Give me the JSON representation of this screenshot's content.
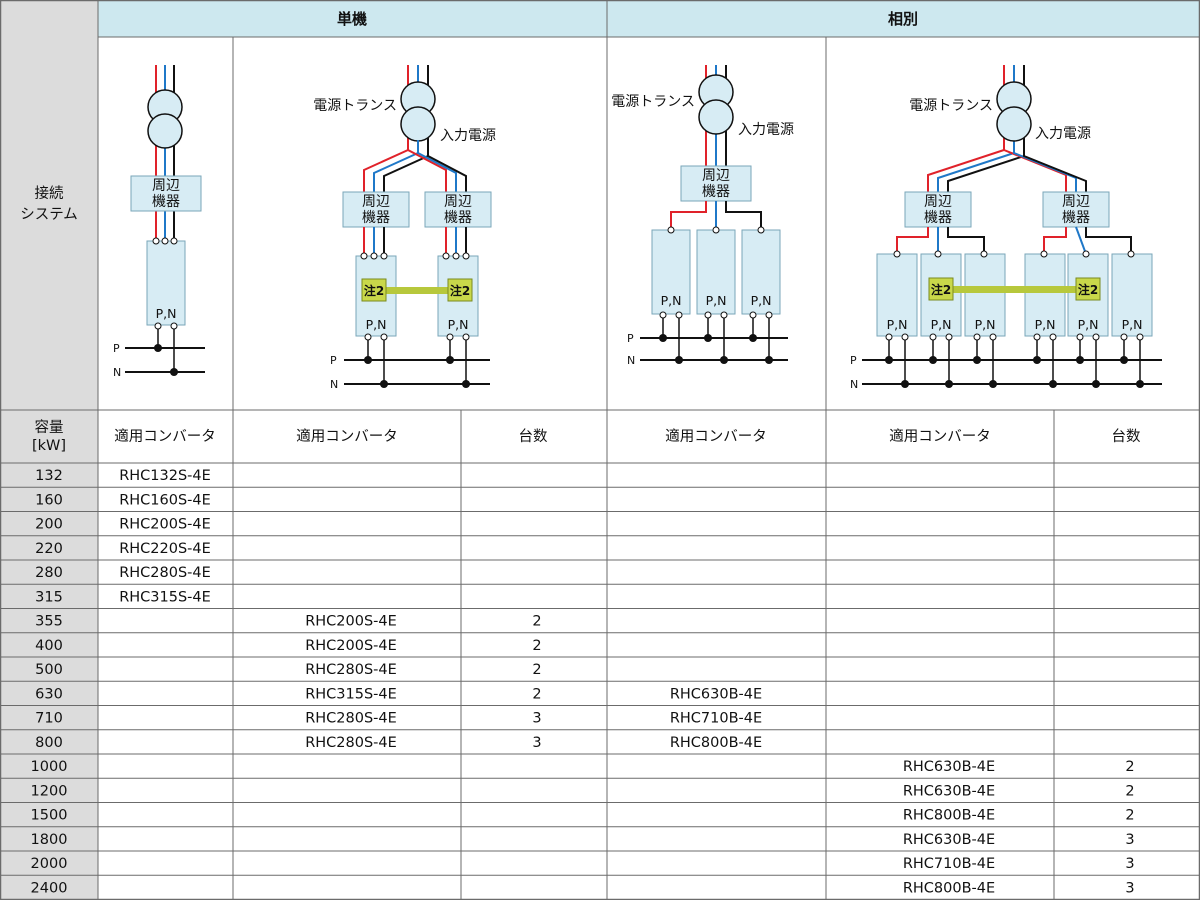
{
  "header": {
    "single_unit": "単機",
    "phase_separate": "相別",
    "connection_system": [
      "接続",
      "システム"
    ]
  },
  "subheader": {
    "capacity": [
      "容量",
      "[kW]"
    ],
    "applicable_converter": "適用コンバータ",
    "count": "台数"
  },
  "diagram_labels": {
    "power_transformer": "電源トランス",
    "input_power": "入力電源",
    "peripheral": [
      "周辺",
      "機器"
    ],
    "pn": "P,N",
    "note2": "注2",
    "p": "P",
    "n": "N"
  },
  "colors": {
    "header_bg": "#cde8ef",
    "left_col_bg": "#dcdcdc",
    "border": "#6b6b6b",
    "box_fill": "#d7ecf4",
    "box_stroke": "#7aa6b8",
    "note_fill": "#c9d84a",
    "note_bar": "#b7c83c",
    "wire_red": "#e0222a",
    "wire_blue": "#1f78c8",
    "wire_black": "#111111"
  },
  "rows": [
    {
      "kw": "132",
      "single_conv": "RHC132S-4E",
      "multi_conv": "",
      "multi_count": "",
      "phase_conv": "",
      "phase_multi_conv": "",
      "phase_multi_count": ""
    },
    {
      "kw": "160",
      "single_conv": "RHC160S-4E",
      "multi_conv": "",
      "multi_count": "",
      "phase_conv": "",
      "phase_multi_conv": "",
      "phase_multi_count": ""
    },
    {
      "kw": "200",
      "single_conv": "RHC200S-4E",
      "multi_conv": "",
      "multi_count": "",
      "phase_conv": "",
      "phase_multi_conv": "",
      "phase_multi_count": ""
    },
    {
      "kw": "220",
      "single_conv": "RHC220S-4E",
      "multi_conv": "",
      "multi_count": "",
      "phase_conv": "",
      "phase_multi_conv": "",
      "phase_multi_count": ""
    },
    {
      "kw": "280",
      "single_conv": "RHC280S-4E",
      "multi_conv": "",
      "multi_count": "",
      "phase_conv": "",
      "phase_multi_conv": "",
      "phase_multi_count": ""
    },
    {
      "kw": "315",
      "single_conv": "RHC315S-4E",
      "multi_conv": "",
      "multi_count": "",
      "phase_conv": "",
      "phase_multi_conv": "",
      "phase_multi_count": ""
    },
    {
      "kw": "355",
      "single_conv": "",
      "multi_conv": "RHC200S-4E",
      "multi_count": "2",
      "phase_conv": "",
      "phase_multi_conv": "",
      "phase_multi_count": ""
    },
    {
      "kw": "400",
      "single_conv": "",
      "multi_conv": "RHC200S-4E",
      "multi_count": "2",
      "phase_conv": "",
      "phase_multi_conv": "",
      "phase_multi_count": ""
    },
    {
      "kw": "500",
      "single_conv": "",
      "multi_conv": "RHC280S-4E",
      "multi_count": "2",
      "phase_conv": "",
      "phase_multi_conv": "",
      "phase_multi_count": ""
    },
    {
      "kw": "630",
      "single_conv": "",
      "multi_conv": "RHC315S-4E",
      "multi_count": "2",
      "phase_conv": "RHC630B-4E",
      "phase_multi_conv": "",
      "phase_multi_count": ""
    },
    {
      "kw": "710",
      "single_conv": "",
      "multi_conv": "RHC280S-4E",
      "multi_count": "3",
      "phase_conv": "RHC710B-4E",
      "phase_multi_conv": "",
      "phase_multi_count": ""
    },
    {
      "kw": "800",
      "single_conv": "",
      "multi_conv": "RHC280S-4E",
      "multi_count": "3",
      "phase_conv": "RHC800B-4E",
      "phase_multi_conv": "",
      "phase_multi_count": ""
    },
    {
      "kw": "1000",
      "single_conv": "",
      "multi_conv": "",
      "multi_count": "",
      "phase_conv": "",
      "phase_multi_conv": "RHC630B-4E",
      "phase_multi_count": "2"
    },
    {
      "kw": "1200",
      "single_conv": "",
      "multi_conv": "",
      "multi_count": "",
      "phase_conv": "",
      "phase_multi_conv": "RHC630B-4E",
      "phase_multi_count": "2"
    },
    {
      "kw": "1500",
      "single_conv": "",
      "multi_conv": "",
      "multi_count": "",
      "phase_conv": "",
      "phase_multi_conv": "RHC800B-4E",
      "phase_multi_count": "2"
    },
    {
      "kw": "1800",
      "single_conv": "",
      "multi_conv": "",
      "multi_count": "",
      "phase_conv": "",
      "phase_multi_conv": "RHC630B-4E",
      "phase_multi_count": "3"
    },
    {
      "kw": "2000",
      "single_conv": "",
      "multi_conv": "",
      "multi_count": "",
      "phase_conv": "",
      "phase_multi_conv": "RHC710B-4E",
      "phase_multi_count": "3"
    },
    {
      "kw": "2400",
      "single_conv": "",
      "multi_conv": "",
      "multi_count": "",
      "phase_conv": "",
      "phase_multi_conv": "RHC800B-4E",
      "phase_multi_count": "3"
    }
  ]
}
